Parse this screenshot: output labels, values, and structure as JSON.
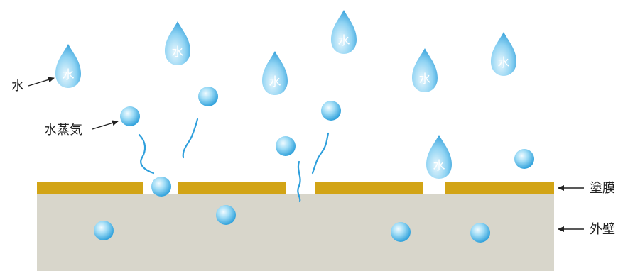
{
  "labels": {
    "water": "水",
    "vapor": "水蒸気",
    "coating": "塗膜",
    "wall": "外壁"
  },
  "drop_glyph": "水",
  "colors": {
    "wall": "#d8d6cb",
    "coating": "#d2a416",
    "drop_light": "#e6f6fd",
    "drop_dark": "#2a9ad7",
    "squiggle": "#2e9fdc",
    "arrow": "#222222"
  }
}
